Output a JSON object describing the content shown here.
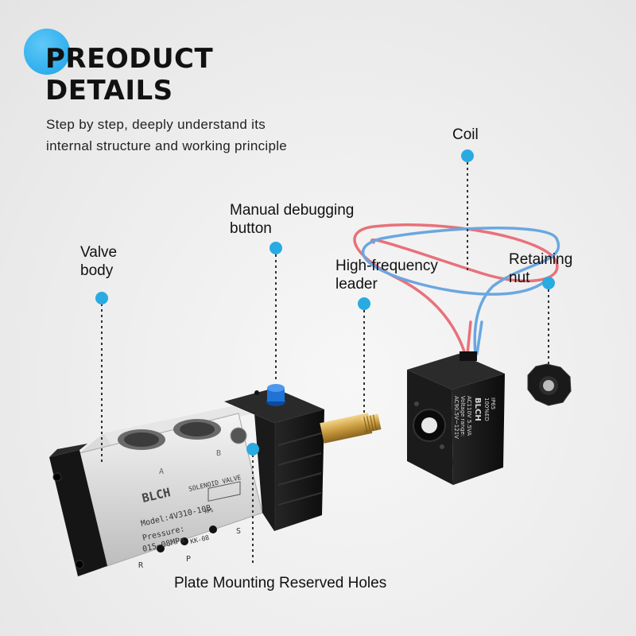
{
  "header": {
    "title_line1": "PREODUCT",
    "title_line2": "DETAILS",
    "subtitle_line1": "Step by step, deeply understand its",
    "subtitle_line2": "internal structure and working principle"
  },
  "callouts": {
    "coil": "Coil",
    "manual_line1": "Manual debugging",
    "manual_line2": "button",
    "valve_line1": "Valve",
    "valve_line2": "body",
    "leader_line1": "High-frequency",
    "leader_line2": "leader",
    "nut_line1": "Retaining",
    "nut_line2": "nut",
    "plate": "Plate Mounting Reserved Holes"
  },
  "valve": {
    "brand": "BLCH",
    "type": "SOLENOID VALVE",
    "model": "Model:4V310-10B",
    "pressure_label": "Pressure:",
    "pressure_value": "015~08MPa",
    "kk": "KK-08",
    "port_a": "A",
    "port_b": "B",
    "port_r": "R",
    "port_p": "P",
    "port_s": "S",
    "rps": "RPS"
  },
  "coil": {
    "brand": "BLCH",
    "line1": "AC110V  5.5VA",
    "line2": "Voltage range:",
    "line3": "AC90.5V~121V",
    "line4": "100%ED",
    "line5": "IP65"
  },
  "colors": {
    "accent": "#1aa3e8",
    "dot": "#29abe2",
    "wire_red": "#e8717a",
    "wire_blue": "#6aa7e0"
  }
}
